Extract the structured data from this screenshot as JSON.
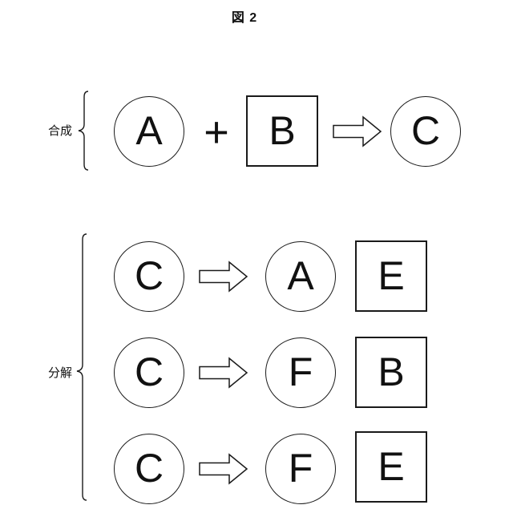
{
  "figure": {
    "title": "図 2"
  },
  "accent_color": "#111111",
  "synthesis": {
    "group_label": "合成",
    "operator": "+",
    "reactant_circle": "A",
    "reactant_square": "B",
    "product_circle": "C"
  },
  "decomposition": {
    "group_label": "分解",
    "rows": [
      {
        "input_circle": "C",
        "output_circle": "A",
        "output_square": "E"
      },
      {
        "input_circle": "C",
        "output_circle": "F",
        "output_square": "B"
      },
      {
        "input_circle": "C",
        "output_circle": "F",
        "output_square": "E"
      }
    ]
  }
}
